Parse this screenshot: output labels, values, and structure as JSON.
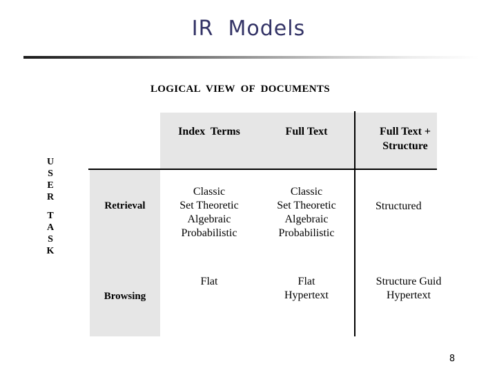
{
  "slide": {
    "title": "IR  Models",
    "page_number": "8",
    "title_color": "#333366"
  },
  "figure": {
    "caption": "LOGICAL  VIEW  OF  DOCUMENTS",
    "axis_label_user": [
      "U",
      "S",
      "E",
      "R"
    ],
    "axis_label_task": [
      "T",
      "A",
      "S",
      "K"
    ],
    "band_color": "#e6e6e6",
    "columns": [
      {
        "label": "Index  Terms"
      },
      {
        "label": "Full Text"
      },
      {
        "label": "Full Text +\nStructure"
      }
    ],
    "rows": [
      {
        "label": "Retrieval",
        "cells": [
          "Classic\nSet Theoretic\nAlgebraic\nProbabilistic",
          "Classic\nSet Theoretic\nAlgebraic\nProbabilistic",
          "Structured"
        ]
      },
      {
        "label": "Browsing",
        "cells": [
          "Flat",
          "Flat\nHypertext",
          "Structure Guid\nHypertext"
        ]
      }
    ]
  }
}
